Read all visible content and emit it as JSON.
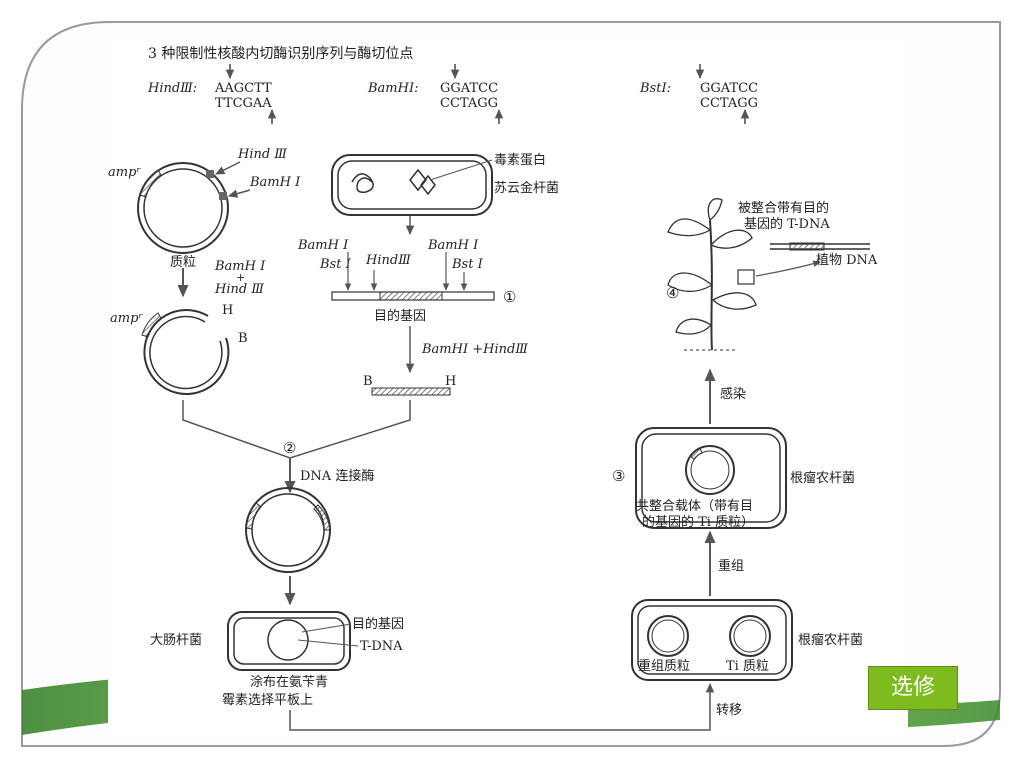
{
  "title": "3 种限制性核酸内切酶识别序列与酶切位点",
  "enzymes": [
    {
      "name": "HindⅢ:",
      "top": "AAGCTT",
      "bottom": "TTCGAA"
    },
    {
      "name": "BamHⅠ:",
      "top": "GGATCC",
      "bottom": "CCTAGG"
    },
    {
      "name": "BstⅠ:",
      "top": "GGATCC",
      "bottom": "CCTAGG"
    }
  ],
  "plasmid": {
    "amp": "ampʳ",
    "hind": "Hind Ⅲ",
    "bam": "BamH Ⅰ",
    "label": "质粒",
    "digest_1": "BamH Ⅰ",
    "digest_plus": "+",
    "digest_2": "Hind Ⅲ",
    "cut_amp": "ampʳ",
    "cut_h": "H",
    "cut_b": "B"
  },
  "bacterium": {
    "toxin": "毒素蛋白",
    "name": "苏云金杆菌"
  },
  "gene": {
    "bam_left": "BamH Ⅰ",
    "bst_left": "Bst Ⅰ",
    "hind": "HindⅢ",
    "bam_right": "BamH Ⅰ",
    "bst_right": "Bst Ⅰ",
    "step": "①",
    "label": "目的基因",
    "digest": "BamHⅠ +HindⅢ",
    "frag_b": "B",
    "frag_h": "H"
  },
  "ligation": {
    "step": "②",
    "enzyme": "DNA 连接酶"
  },
  "ecoli": {
    "host": "大肠杆菌",
    "gene": "目的基因",
    "tdna": "T-DNA",
    "plate_1": "涂布在氨苄青",
    "plate_2": "霉素选择平板上"
  },
  "transfer": "转移",
  "agro_bottom": {
    "recombinant": "重组质粒",
    "ti": "Ti 质粒",
    "host": "根瘤农杆菌"
  },
  "recombine": "重组",
  "agro_top": {
    "step": "③",
    "host": "根瘤农杆菌",
    "vector_1": "共整合载体（带有目",
    "vector_2": "的基因的 Ti 质粒）"
  },
  "infect": "感染",
  "plant": {
    "step": "④",
    "integrated_1": "被整合带有目的",
    "integrated_2": "基因的 T-DNA",
    "plant_dna": "植物 DNA"
  },
  "badge": "选修",
  "colors": {
    "badge_green": "#7dbb1e",
    "frame": "#9a9a9a",
    "wave_green": "#4f9a2a"
  }
}
